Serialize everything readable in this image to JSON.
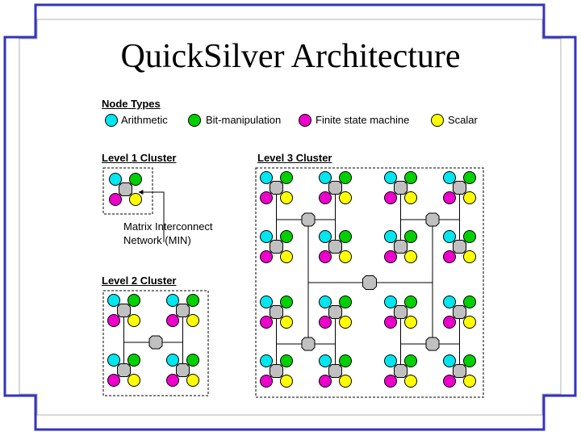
{
  "slide": {
    "title": "QuickSilver Architecture"
  },
  "legend": {
    "heading": "Node Types",
    "items": [
      {
        "label": "Arithmetic",
        "color": "#00e6ee"
      },
      {
        "label": "Bit-manipulation",
        "color": "#00d000"
      },
      {
        "label": "Finite state machine",
        "color": "#ee00cc"
      },
      {
        "label": "Scalar",
        "color": "#ffff00"
      }
    ]
  },
  "clusters": {
    "level1": "Level 1 Cluster",
    "level2": "Level 2 Cluster",
    "level3": "Level 3 Cluster"
  },
  "min_callout": {
    "line1": "Matrix Interconnect",
    "line2": "Network (MIN)"
  },
  "colors": {
    "frame": "#3333bb",
    "router": "#c0c0c0",
    "border_gray": "#b0b0b0"
  }
}
